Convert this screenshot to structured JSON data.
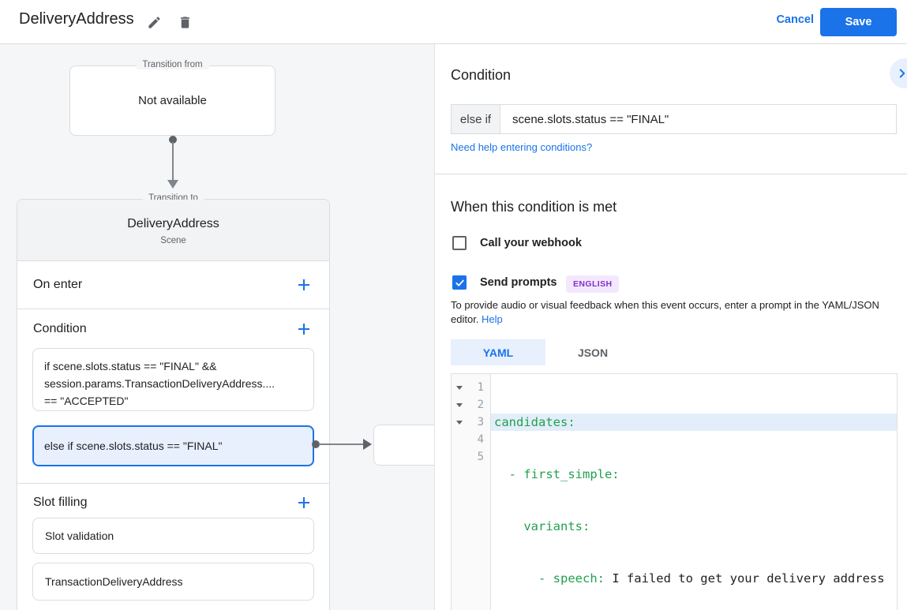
{
  "colors": {
    "accent_blue": "#1a73e8",
    "selected_bg": "#e8f0fe",
    "badge_text_purple": "#8430ce",
    "badge_bg_purple": "#f3e8fd",
    "code_key_green": "#22a04e",
    "active_line_bg": "#e2eefa"
  },
  "header": {
    "title": "DeliveryAddress",
    "cancel_label": "Cancel",
    "save_label": "Save"
  },
  "canvas": {
    "transition_from": {
      "label": "Transition from",
      "value": "Not available"
    },
    "transition_to": {
      "label": "Transition to",
      "name": "DeliveryAddress",
      "type": "Scene"
    },
    "on_enter": {
      "label": "On enter"
    },
    "condition": {
      "label": "Condition",
      "rule1_line1": "if scene.slots.status == \"FINAL\" &&",
      "rule1_line2": "session.params.TransactionDeliveryAddress....",
      "rule1_line3": "== \"ACCEPTED\"",
      "rule2": "else if scene.slots.status == \"FINAL\""
    },
    "slot_filling": {
      "label": "Slot filling",
      "item1": "Slot validation",
      "item2": "TransactionDeliveryAddress"
    }
  },
  "panel": {
    "title": "Condition",
    "condition_prefix": "else if",
    "condition_value": "scene.slots.status == \"FINAL\"",
    "help_link": "Need help entering conditions?",
    "when_met_title": "When this condition is met",
    "webhook": {
      "label": "Call your webhook",
      "checked": false
    },
    "send_prompts": {
      "label": "Send prompts",
      "checked": true,
      "language_badge": "ENGLISH"
    },
    "description": "To provide audio or visual feedback when this event occurs, enter a prompt in the YAML/JSON editor.",
    "description_link": "Help",
    "tabs": {
      "yaml": "YAML",
      "json": "JSON",
      "active": "YAML"
    },
    "editor": {
      "lines": [
        {
          "num": "1",
          "key": "candidates:",
          "rest": ""
        },
        {
          "num": "2",
          "key": "  - first_simple:",
          "rest": ""
        },
        {
          "num": "3",
          "key": "    variants:",
          "rest": ""
        },
        {
          "num": "4",
          "key": "      - speech: ",
          "rest": "I failed to get your delivery address"
        },
        {
          "num": "5",
          "key": "",
          "rest": ""
        }
      ]
    }
  }
}
